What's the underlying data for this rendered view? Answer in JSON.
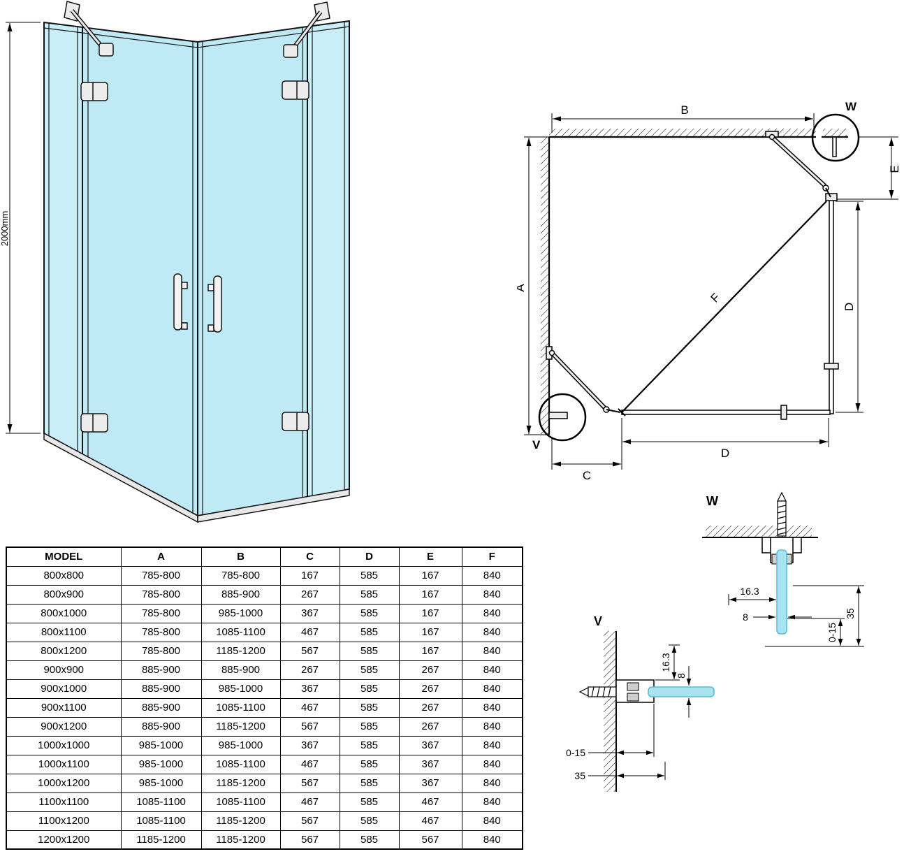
{
  "colors": {
    "glass": "#bfe9f4",
    "glass_light": "#c9eef7",
    "glass_detail": "#a9e2f1",
    "outline": "#000000",
    "metal": "#ececec"
  },
  "front_view": {
    "height_dim": "2000mm"
  },
  "plan_view": {
    "dim_a": "A",
    "dim_b": "B",
    "dim_c": "C",
    "dim_d_bottom": "D",
    "dim_d_right": "D",
    "dim_e": "E",
    "dim_f": "F",
    "detail_marker_w": "W",
    "detail_marker_v": "V"
  },
  "detail_w": {
    "title": "W",
    "dim_163": "16.3",
    "dim_8": "8",
    "dim_0_15": "0-15",
    "dim_35": "35"
  },
  "detail_v": {
    "title": "V",
    "dim_163": "16.3",
    "dim_8": "8",
    "dim_0_15": "0-15",
    "dim_35": "35"
  },
  "table": {
    "headers": [
      "MODEL",
      "A",
      "B",
      "C",
      "D",
      "E",
      "F"
    ],
    "rows": [
      [
        "800x800",
        "785-800",
        "785-800",
        "167",
        "585",
        "167",
        "840"
      ],
      [
        "800x900",
        "785-800",
        "885-900",
        "267",
        "585",
        "167",
        "840"
      ],
      [
        "800x1000",
        "785-800",
        "985-1000",
        "367",
        "585",
        "167",
        "840"
      ],
      [
        "800x1100",
        "785-800",
        "1085-1100",
        "467",
        "585",
        "167",
        "840"
      ],
      [
        "800x1200",
        "785-800",
        "1185-1200",
        "567",
        "585",
        "167",
        "840"
      ],
      [
        "900x900",
        "885-900",
        "885-900",
        "267",
        "585",
        "267",
        "840"
      ],
      [
        "900x1000",
        "885-900",
        "985-1000",
        "367",
        "585",
        "267",
        "840"
      ],
      [
        "900x1100",
        "885-900",
        "1085-1100",
        "467",
        "585",
        "267",
        "840"
      ],
      [
        "900x1200",
        "885-900",
        "1185-1200",
        "567",
        "585",
        "267",
        "840"
      ],
      [
        "1000x1000",
        "985-1000",
        "985-1000",
        "367",
        "585",
        "367",
        "840"
      ],
      [
        "1000x1100",
        "985-1000",
        "1085-1100",
        "467",
        "585",
        "367",
        "840"
      ],
      [
        "1000x1200",
        "985-1000",
        "1185-1200",
        "567",
        "585",
        "367",
        "840"
      ],
      [
        "1100x1100",
        "1085-1100",
        "1085-1100",
        "467",
        "585",
        "467",
        "840"
      ],
      [
        "1100x1200",
        "1085-1100",
        "1185-1200",
        "567",
        "585",
        "467",
        "840"
      ],
      [
        "1200x1200",
        "1185-1200",
        "1185-1200",
        "567",
        "585",
        "567",
        "840"
      ]
    ]
  }
}
